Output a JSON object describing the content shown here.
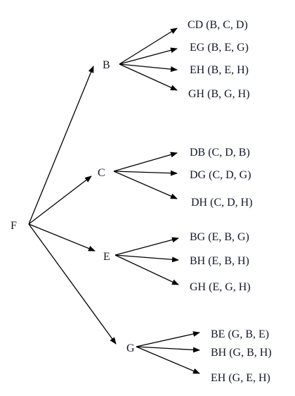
{
  "tree": {
    "root": "F",
    "branches": [
      {
        "label": "B",
        "leaves": [
          "CD (B, C, D)",
          "EG (B, E, G)",
          "EH (B, E, H)",
          "GH (B, G, H)"
        ]
      },
      {
        "label": "C",
        "leaves": [
          "DB (C, D, B)",
          "DG (C, D, G)",
          "DH (C, D, H)"
        ]
      },
      {
        "label": "E",
        "leaves": [
          "BG (E, B, G)",
          "BH (E, B, H)",
          "GH (E, G, H)"
        ]
      },
      {
        "label": "G",
        "leaves": [
          "BE (G, B, E)",
          "BH (G, B, H)",
          "EH (G, E, H)"
        ]
      }
    ]
  }
}
